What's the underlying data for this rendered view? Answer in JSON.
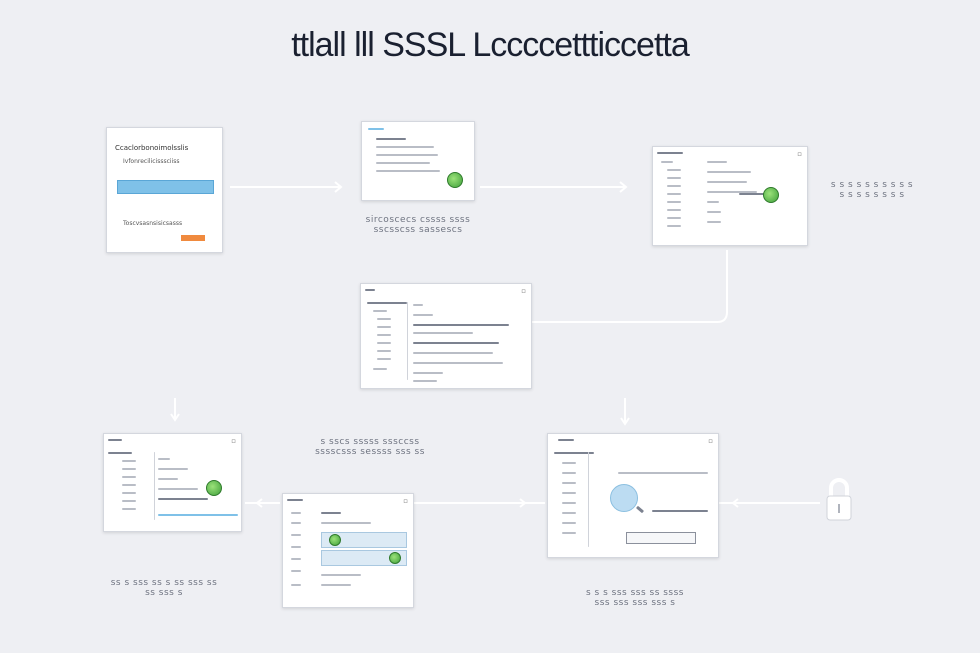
{
  "title": "ttlall lll SSSL Lccccettticcetta",
  "step1": {
    "text_line1": "Ccaclorbonoimolsslis",
    "text_line2": "Ivfonrecilicisssciiss",
    "text_line3": "Toscvsasnsisicsasss"
  },
  "captions": {
    "step2": "sircoscecs cssss ssss\nsscsscss sassescs",
    "step3": "s s s s s s s s s s\ns s s s s s s s",
    "mid_bottom": "s sscs sssss sssccss\nsssscsss sessss sss ss",
    "left_bottom": "ss s sss ss s ss sss ss\nss sss s",
    "right_bottom": "s s s sss sss ss ssss\nsss sss sss sss s"
  },
  "colors": {
    "background": "#eeeff3",
    "card": "#ffffff",
    "accent_blue": "#7fc1e8",
    "accent_orange": "#f08a3e",
    "shield_green": "#4fae45",
    "connector": "#ffffff"
  },
  "icons": {
    "shield": "green-shield-icon",
    "lock": "padlock-icon",
    "arrow": "chevron-right-icon"
  }
}
